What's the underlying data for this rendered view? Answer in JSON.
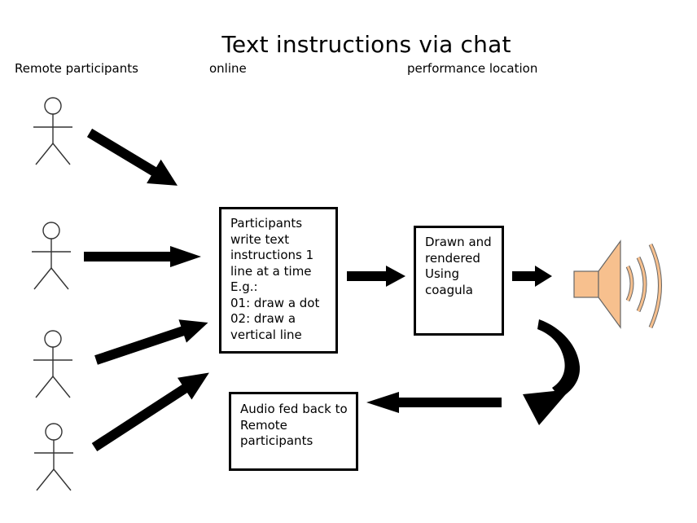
{
  "title": "Text instructions via chat",
  "column_labels": {
    "remote": "Remote participants",
    "online": "online",
    "performance": "performance location"
  },
  "boxes": {
    "participants": "Participants\nwrite text\ninstructions 1\nline at a time\nE.g.:\n01: draw a dot\n02: draw a\nvertical line",
    "drawn": "Drawn and\nrendered\nUsing\ncoagula",
    "audio": "Audio fed back to\nRemote\nparticipants"
  },
  "icons": [
    "stick-figure-icon",
    "stick-figure-icon",
    "stick-figure-icon",
    "stick-figure-icon",
    "speaker-icon",
    "arrow-icon",
    "curved-arrow-icon"
  ],
  "colors": {
    "speaker_fill": "#f7c08e",
    "speaker_stroke": "#555555",
    "arrows": "#000000"
  }
}
